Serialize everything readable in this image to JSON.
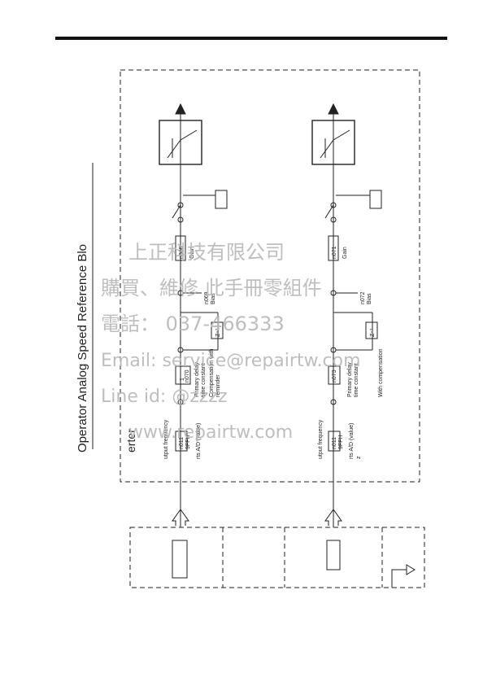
{
  "page": {
    "title": "Operator Analog Speed Reference Blo",
    "subtitle": "erter"
  },
  "upper_chain": {
    "param_scale": "n011",
    "param_scale2": "9FFH",
    "label_output_freq": "utput frequency",
    "label_ad_value": "rts A/D (value)",
    "param_delay_top": "1",
    "param_delay": "n070",
    "label_primary_delay_1": "Primary delay",
    "label_primary_delay_2": "time constant",
    "label_compensation_1": "Compensation with",
    "label_compensation_2": "reminder",
    "z_block": "Z⁻¹",
    "param_bias": "n069",
    "label_bias": "Bias",
    "param_gain": "n068",
    "label_gain": "Gain"
  },
  "lower_chain": {
    "param_scale": "n011",
    "param_scale2": "9FFH",
    "label_output_freq": "utput frequency",
    "label_ad_value": "rts A/D (value)",
    "label_z": "z",
    "param_delay": "n073",
    "label_primary_delay_1": "Primary delay",
    "label_primary_delay_2": "time constant",
    "label_compensation": "With compensation",
    "z_block": "Z⁻¹",
    "param_bias": "n072",
    "label_bias": "Bias",
    "param_gain": "n071",
    "label_gain": "Gain"
  },
  "watermark": {
    "line1": "上正科技有限公司",
    "line2": "購買、維修 此手冊零組件",
    "line3": "電話： 037-466333",
    "line4": "Email: service@repairtw.com",
    "line5": "Line id: @zzzz",
    "line6": "www.repairtw.com"
  }
}
